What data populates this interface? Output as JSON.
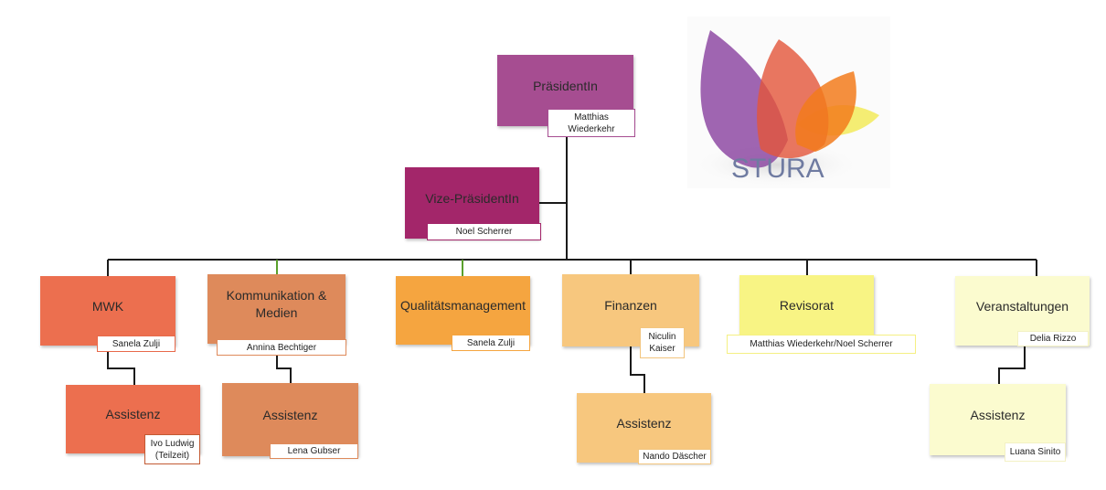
{
  "nodes": {
    "president": {
      "title": "PräsidentIn",
      "person": "Matthias\nWiederkehr",
      "color": "#a64d91",
      "border": "#a64d91"
    },
    "vice": {
      "title": "Vize-PräsidentIn",
      "person": "Noel Scherrer",
      "color": "#a3266a",
      "border": "#a3266a"
    },
    "mwk": {
      "title": "MWK",
      "person": "Sanela Zulji",
      "color": "#ec6f4f",
      "border": "#e8694a"
    },
    "mwk_assist": {
      "title": "Assistenz",
      "person": "Ivo Ludwig\n(Teilzeit)",
      "color": "#ec6f4f",
      "border": "#c25a33"
    },
    "komm": {
      "title": "Kommunikation &\nMedien",
      "person": "Annina Bechtiger",
      "color": "#de8a5b",
      "border": "#de8a5b"
    },
    "komm_assist": {
      "title": "Assistenz",
      "person": "Lena Gubser",
      "color": "#de8a5b",
      "border": "#de8a5b"
    },
    "quality": {
      "title": "Qualitätsmanagement",
      "person": "Sanela Zulji",
      "color": "#f5a540",
      "border": "#f5a540"
    },
    "finance": {
      "title": "Finanzen",
      "person": "Niculin\nKaiser",
      "color": "#f7c77e",
      "border": "#f2c57e"
    },
    "finance_assist": {
      "title": "Assistenz",
      "person": "Nando Däscher",
      "color": "#f7c77e",
      "border": "#f2c57e"
    },
    "revisorat": {
      "title": "Revisorat",
      "person": "Matthias Wiederkehr/Noel Scherrer",
      "color": "#f8f484",
      "border": "#f5f083"
    },
    "events": {
      "title": "Veranstaltungen",
      "person": "Delia Rizzo",
      "color": "#fbfbcf",
      "border": "#f3f1c4"
    },
    "events_assist": {
      "title": "Assistenz",
      "person": "Luana Sinito",
      "color": "#fbfbcf",
      "border": "#f3f1c4"
    }
  },
  "logo": {
    "text": "STURA",
    "colors": {
      "purple": "#8e4aa3",
      "red": "#e4553a",
      "orange": "#f27b1c",
      "yellow": "#f2ea5a",
      "text": "#6f7ba1"
    }
  },
  "line_color": "#1a1a1a",
  "accent_line_color": "#5aa02c"
}
